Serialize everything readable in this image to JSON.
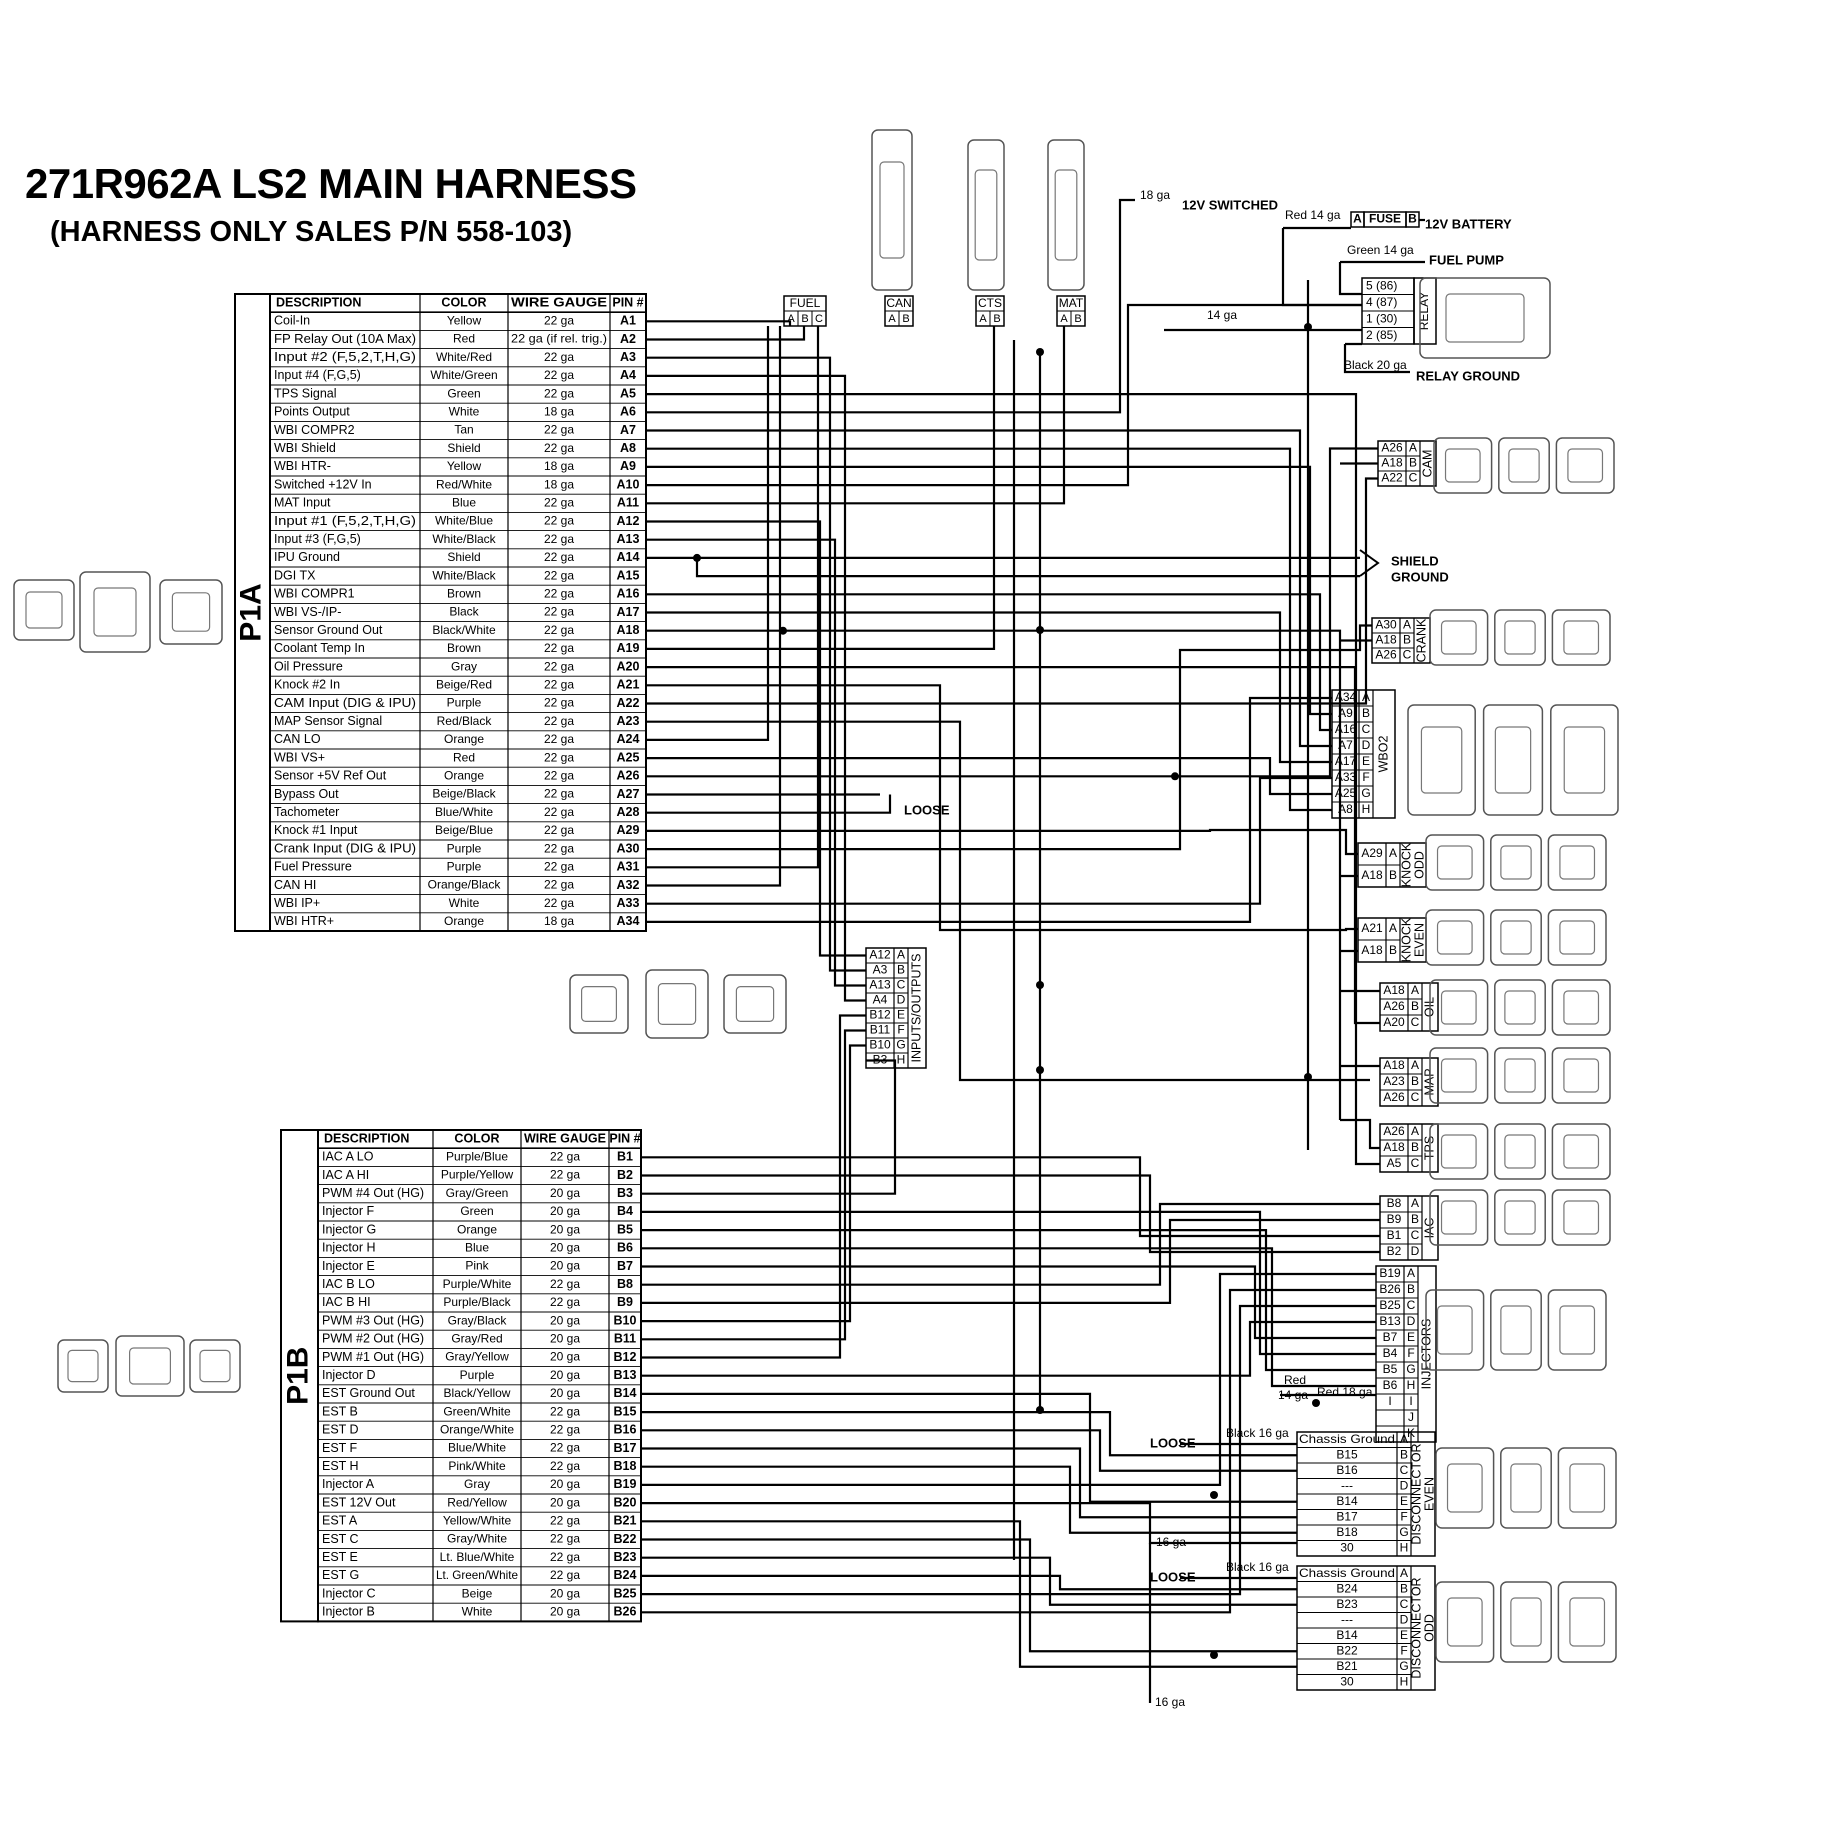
{
  "title": "271R962A LS2 MAIN HARNESS",
  "subtitle": "(HARNESS ONLY SALES P/N 558-103)",
  "table_headers": [
    "DESCRIPTION",
    "COLOR",
    "WIRE GAUGE",
    "PIN #"
  ],
  "p1a": {
    "label": "P1A",
    "rows": [
      [
        "Coil-In",
        "Yellow",
        "22 ga",
        "A1"
      ],
      [
        "FP Relay Out (10A Max)",
        "Red",
        "22 ga (if rel. trig.)",
        "A2"
      ],
      [
        "Input #2 (F,5,2,T,H,G)",
        "White/Red",
        "22 ga",
        "A3"
      ],
      [
        "Input #4 (F,G,5)",
        "White/Green",
        "22 ga",
        "A4"
      ],
      [
        "TPS Signal",
        "Green",
        "22 ga",
        "A5"
      ],
      [
        "Points Output",
        "White",
        "18 ga",
        "A6"
      ],
      [
        "WBI COMPR2",
        "Tan",
        "22 ga",
        "A7"
      ],
      [
        "WBI Shield",
        "Shield",
        "22 ga",
        "A8"
      ],
      [
        "WBI HTR-",
        "Yellow",
        "18 ga",
        "A9"
      ],
      [
        "Switched +12V In",
        "Red/White",
        "18 ga",
        "A10"
      ],
      [
        "MAT Input",
        "Blue",
        "22 ga",
        "A11"
      ],
      [
        "Input #1 (F,5,2,T,H,G)",
        "White/Blue",
        "22 ga",
        "A12"
      ],
      [
        "Input #3 (F,G,5)",
        "White/Black",
        "22 ga",
        "A13"
      ],
      [
        "IPU Ground",
        "Shield",
        "22 ga",
        "A14"
      ],
      [
        "DGI TX",
        "White/Black",
        "22 ga",
        "A15"
      ],
      [
        "WBI COMPR1",
        "Brown",
        "22 ga",
        "A16"
      ],
      [
        "WBI VS-/IP-",
        "Black",
        "22 ga",
        "A17"
      ],
      [
        "Sensor Ground Out",
        "Black/White",
        "22 ga",
        "A18"
      ],
      [
        "Coolant Temp In",
        "Brown",
        "22 ga",
        "A19"
      ],
      [
        "Oil Pressure",
        "Gray",
        "22 ga",
        "A20"
      ],
      [
        "Knock #2 In",
        "Beige/Red",
        "22 ga",
        "A21"
      ],
      [
        "CAM Input (DIG & IPU)",
        "Purple",
        "22 ga",
        "A22"
      ],
      [
        "MAP Sensor Signal",
        "Red/Black",
        "22 ga",
        "A23"
      ],
      [
        "CAN LO",
        "Orange",
        "22 ga",
        "A24"
      ],
      [
        "WBI VS+",
        "Red",
        "22 ga",
        "A25"
      ],
      [
        "Sensor +5V Ref Out",
        "Orange",
        "22 ga",
        "A26"
      ],
      [
        "Bypass Out",
        "Beige/Black",
        "22 ga",
        "A27"
      ],
      [
        "Tachometer",
        "Blue/White",
        "22 ga",
        "A28"
      ],
      [
        "Knock #1 Input",
        "Beige/Blue",
        "22 ga",
        "A29"
      ],
      [
        "Crank Input (DIG & IPU)",
        "Purple",
        "22 ga",
        "A30"
      ],
      [
        "Fuel Pressure",
        "Purple",
        "22 ga",
        "A31"
      ],
      [
        "CAN HI",
        "Orange/Black",
        "22 ga",
        "A32"
      ],
      [
        "WBI IP+",
        "White",
        "22 ga",
        "A33"
      ],
      [
        "WBI HTR+",
        "Orange",
        "18 ga",
        "A34"
      ]
    ]
  },
  "p1b": {
    "label": "P1B",
    "rows": [
      [
        "IAC A LO",
        "Purple/Blue",
        "22 ga",
        "B1"
      ],
      [
        "IAC A HI",
        "Purple/Yellow",
        "22 ga",
        "B2"
      ],
      [
        "PWM #4 Out (HG)",
        "Gray/Green",
        "20 ga",
        "B3"
      ],
      [
        "Injector F",
        "Green",
        "20 ga",
        "B4"
      ],
      [
        "Injector G",
        "Orange",
        "20 ga",
        "B5"
      ],
      [
        "Injector H",
        "Blue",
        "20 ga",
        "B6"
      ],
      [
        "Injector E",
        "Pink",
        "20 ga",
        "B7"
      ],
      [
        "IAC B LO",
        "Purple/White",
        "22 ga",
        "B8"
      ],
      [
        "IAC B HI",
        "Purple/Black",
        "22 ga",
        "B9"
      ],
      [
        "PWM #3 Out (HG)",
        "Gray/Black",
        "20 ga",
        "B10"
      ],
      [
        "PWM #2 Out (HG)",
        "Gray/Red",
        "20 ga",
        "B11"
      ],
      [
        "PWM #1 Out (HG)",
        "Gray/Yellow",
        "20 ga",
        "B12"
      ],
      [
        "Injector D",
        "Purple",
        "20 ga",
        "B13"
      ],
      [
        "EST Ground Out",
        "Black/Yellow",
        "20 ga",
        "B14"
      ],
      [
        "EST B",
        "Green/White",
        "22 ga",
        "B15"
      ],
      [
        "EST D",
        "Orange/White",
        "22 ga",
        "B16"
      ],
      [
        "EST F",
        "Blue/White",
        "22 ga",
        "B17"
      ],
      [
        "EST H",
        "Pink/White",
        "22 ga",
        "B18"
      ],
      [
        "Injector A",
        "Gray",
        "20 ga",
        "B19"
      ],
      [
        "EST 12V Out",
        "Red/Yellow",
        "20 ga",
        "B20"
      ],
      [
        "EST A",
        "Yellow/White",
        "22 ga",
        "B21"
      ],
      [
        "EST C",
        "Gray/White",
        "22 ga",
        "B22"
      ],
      [
        "EST E",
        "Lt. Blue/White",
        "22 ga",
        "B23"
      ],
      [
        "EST G",
        "Lt. Green/White",
        "22 ga",
        "B24"
      ],
      [
        "Injector C",
        "Beige",
        "20 ga",
        "B25"
      ],
      [
        "Injector B",
        "White",
        "20 ga",
        "B26"
      ]
    ]
  },
  "top_connectors": [
    {
      "label": "FUEL",
      "pins": [
        "A",
        "B",
        "C"
      ]
    },
    {
      "label": "CAN",
      "pins": [
        "A",
        "B"
      ]
    },
    {
      "label": "CTS",
      "pins": [
        "A",
        "B"
      ]
    },
    {
      "label": "MAT",
      "pins": [
        "A",
        "B"
      ]
    }
  ],
  "inputs_outputs": {
    "label": "INPUTS/OUTPUTS",
    "rows": [
      [
        "A12",
        "A"
      ],
      [
        "A3",
        "B"
      ],
      [
        "A13",
        "C"
      ],
      [
        "A4",
        "D"
      ],
      [
        "B12",
        "E"
      ],
      [
        "B11",
        "F"
      ],
      [
        "B10",
        "G"
      ],
      [
        "B3",
        "H"
      ]
    ]
  },
  "relay": {
    "label": "RELAY",
    "rows": [
      [
        "5 (86)"
      ],
      [
        "4 (87)"
      ],
      [
        "1 (30)"
      ],
      [
        "2 (85)"
      ]
    ]
  },
  "fuse": {
    "a": "A",
    "label": "FUSE",
    "b": "B"
  },
  "wire_notes": {
    "red14": "Red 14 ga",
    "batt": "12V BATTERY",
    "green14": "Green 14 ga",
    "fuel_pump": "FUEL PUMP",
    "black20": "Black 20 ga",
    "relay_ground": "RELAY GROUND",
    "sw18": "18 ga",
    "switched": "12V SWITCHED",
    "g14": "14 ga",
    "shield1": "SHIELD",
    "shield2": "GROUND",
    "loose1": "LOOSE",
    "loose2": "LOOSE",
    "loose3": "LOOSE",
    "red14b": "Red",
    "red14c": "14 ga",
    "red18": "Red 18 ga",
    "black16a": "Black 16 ga",
    "black16b": "Black 16 ga",
    "g16a": "16 ga",
    "g16b": "16 ga"
  },
  "side_connectors": [
    {
      "label": "CAM",
      "rows": [
        [
          "A26",
          "A"
        ],
        [
          "A18",
          "B"
        ],
        [
          "A22",
          "C"
        ]
      ]
    },
    {
      "label": "CRANK",
      "rows": [
        [
          "A30",
          "A"
        ],
        [
          "A18",
          "B"
        ],
        [
          "A26",
          "C"
        ]
      ]
    },
    {
      "label": "WBO2",
      "rows": [
        [
          "A34",
          "A"
        ],
        [
          "A9",
          "B"
        ],
        [
          "A16",
          "C"
        ],
        [
          "A7",
          "D"
        ],
        [
          "A17",
          "E"
        ],
        [
          "A33",
          "F"
        ],
        [
          "A25",
          "G"
        ],
        [
          "A8",
          "H"
        ]
      ]
    },
    {
      "label": "KNOCK ODD",
      "rows": [
        [
          "A29",
          "A"
        ],
        [
          "A18",
          "B"
        ]
      ]
    },
    {
      "label": "KNOCK EVEN",
      "rows": [
        [
          "A21",
          "A"
        ],
        [
          "A18",
          "B"
        ]
      ]
    },
    {
      "label": "OIL",
      "rows": [
        [
          "A18",
          "A"
        ],
        [
          "A26",
          "B"
        ],
        [
          "A20",
          "C"
        ]
      ]
    },
    {
      "label": "MAP",
      "rows": [
        [
          "A18",
          "A"
        ],
        [
          "A23",
          "B"
        ],
        [
          "A26",
          "C"
        ]
      ]
    },
    {
      "label": "TPS",
      "rows": [
        [
          "A26",
          "A"
        ],
        [
          "A18",
          "B"
        ],
        [
          "A5",
          "C"
        ]
      ]
    },
    {
      "label": "IAC",
      "rows": [
        [
          "B8",
          "A"
        ],
        [
          "B9",
          "B"
        ],
        [
          "B1",
          "C"
        ],
        [
          "B2",
          "D"
        ]
      ]
    },
    {
      "label": "INJECTORS",
      "rows": [
        [
          "B19",
          "A"
        ],
        [
          "B26",
          "B"
        ],
        [
          "B25",
          "C"
        ],
        [
          "B13",
          "D"
        ],
        [
          "B7",
          "E"
        ],
        [
          "B4",
          "F"
        ],
        [
          "B5",
          "G"
        ],
        [
          "B6",
          "H"
        ],
        [
          "I",
          "I"
        ],
        [
          "",
          "J"
        ],
        [
          "",
          "K"
        ]
      ]
    },
    {
      "label": "DISCONNECTOR EVEN",
      "rows": [
        [
          "Chassis Ground",
          "A"
        ],
        [
          "B15",
          "B"
        ],
        [
          "B16",
          "C"
        ],
        [
          "---",
          "D"
        ],
        [
          "B14",
          "E"
        ],
        [
          "B17",
          "F"
        ],
        [
          "B18",
          "G"
        ],
        [
          "30",
          "H"
        ]
      ]
    },
    {
      "label": "DISCONNECTOR ODD",
      "rows": [
        [
          "Chassis Ground",
          "A"
        ],
        [
          "B24",
          "B"
        ],
        [
          "B23",
          "C"
        ],
        [
          "---",
          "D"
        ],
        [
          "B14",
          "E"
        ],
        [
          "B22",
          "F"
        ],
        [
          "B21",
          "G"
        ],
        [
          "30",
          "H"
        ]
      ]
    }
  ],
  "pin_letters": {
    "abc": "A B C",
    "cba": "C B A",
    "ba": "B A",
    "abcd": "A B C D",
    "abcdefgh": "A B C D",
    "hgfe": "H G F E",
    "abcde": "A B C D E",
    "kjihgf": "K J I H G F"
  }
}
